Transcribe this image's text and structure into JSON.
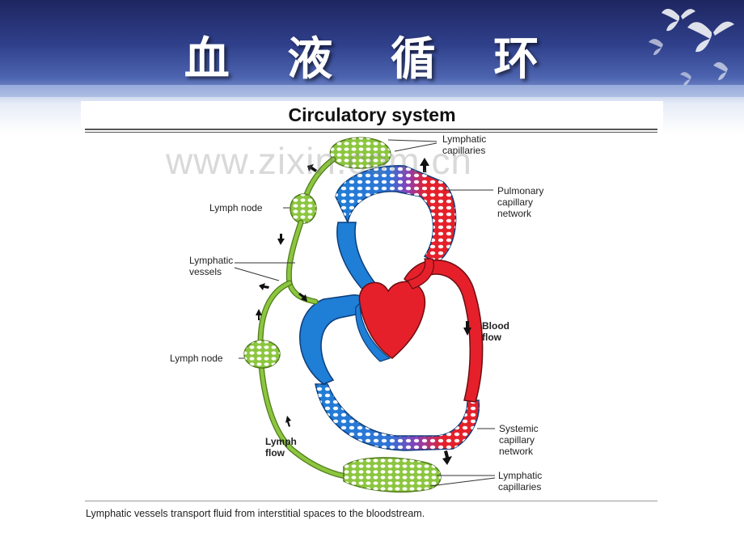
{
  "slide": {
    "title": "血 液 循 环",
    "watermark": "www.zixin.com.cn"
  },
  "diagram": {
    "title": "Circulatory system",
    "caption": "Lymphatic vessels transport fluid from interstitial spaces to the bloodstream.",
    "labels": {
      "lymphatic_capillaries_top": "Lymphatic\ncapillaries",
      "pulmonary_capillary_network": "Pulmonary\ncapillary\nnetwork",
      "lymph_node_upper": "Lymph node",
      "lymphatic_vessels": "Lymphatic\nvessels",
      "blood_flow": "Blood\nflow",
      "lymph_node_lower": "Lymph node",
      "systemic_capillary_network": "Systemic\ncapillary\nnetwork",
      "lymph_flow": "Lymph\nflow",
      "lymphatic_capillaries_bottom": "Lymphatic\ncapillaries"
    },
    "colors": {
      "deoxygenated": "#1f7ed6",
      "oxygenated": "#e5202a",
      "lymph": "#8cc63f",
      "lymph_outline": "#4f7a1a"
    }
  },
  "theme": {
    "header_dark": "#1e2660",
    "header_light": "#8ea2d6"
  }
}
